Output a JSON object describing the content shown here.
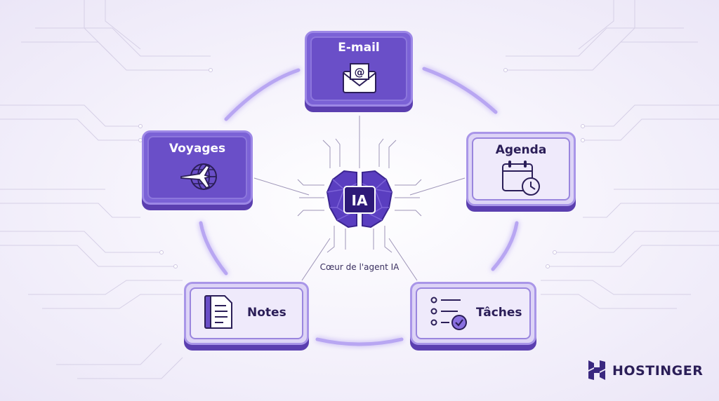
{
  "nodes": {
    "email": {
      "label": "E-mail",
      "icon": "envelope-at-icon"
    },
    "agenda": {
      "label": "Agenda",
      "icon": "calendar-clock-icon"
    },
    "taches": {
      "label": "Tâches",
      "icon": "checklist-icon"
    },
    "notes": {
      "label": "Notes",
      "icon": "notepad-icon"
    },
    "voyages": {
      "label": "Voyages",
      "icon": "plane-globe-icon"
    }
  },
  "core": {
    "badge": "IA",
    "caption": "Cœur de l'agent IA",
    "icon": "brain-chip-icon"
  },
  "brand": {
    "name": "HOSTINGER",
    "icon": "hostinger-logo-icon"
  },
  "colors": {
    "primary": "#6a4fc8",
    "dark": "#4a2f9e",
    "light": "#efeafb",
    "text": "#2b1e58"
  }
}
